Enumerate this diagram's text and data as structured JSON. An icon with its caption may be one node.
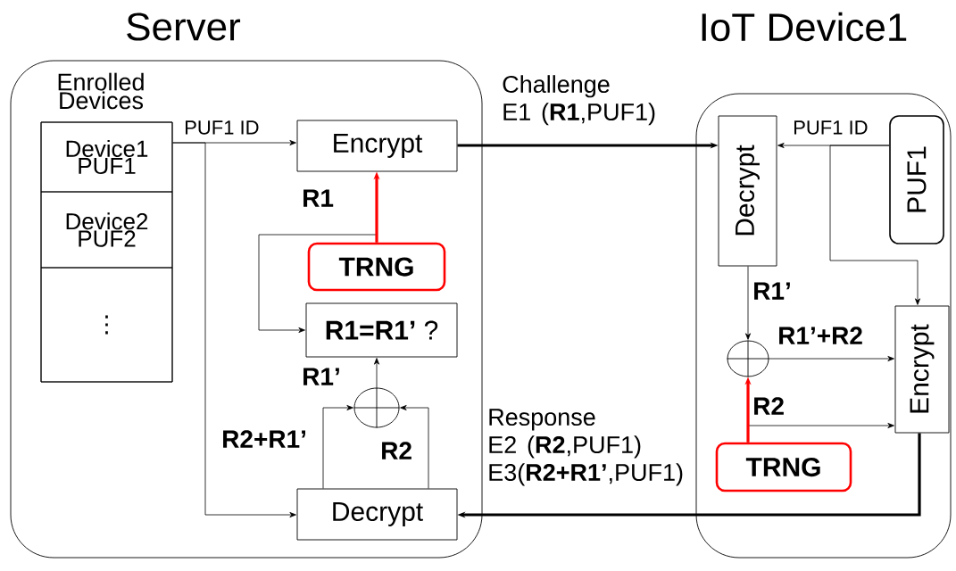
{
  "diagram": {
    "nodes": [
      {
        "text": [
          "Server"
        ]
      },
      {
        "text": [
          "Enrolled Devices"
        ],
        "in": 0
      },
      {
        "text": [
          "Device1 PUF1"
        ],
        "in": 1
      },
      {
        "text": [
          "Device2 PUF2"
        ],
        "in": 1
      },
      {
        "text": [
          "⋮"
        ],
        "in": 1
      },
      {
        "text": [
          "Encrypt"
        ],
        "in": 0
      },
      {
        "text": [
          "TRNG"
        ],
        "in": 0
      },
      {
        "text": [
          "**R1=R1’** ?"
        ],
        "in": 0
      },
      {
        "text": [],
        "shape": "circle",
        "in": 0
      },
      {
        "text": [
          "Decrypt"
        ],
        "in": 0
      },
      {
        "text": [
          "IoT Device1"
        ]
      },
      {
        "text": [
          "Decrypt"
        ],
        "in": 10
      },
      {
        "text": [
          "PUF1"
        ],
        "in": 10
      },
      {
        "text": [],
        "shape": "circle",
        "in": 10
      },
      {
        "text": [
          "Encrypt"
        ],
        "in": 10
      },
      {
        "text": [
          "TRNG"
        ],
        "in": 10
      }
    ],
    "edges": [
      {
        "from": 2,
        "to": 5,
        "arrow": "to",
        "label": "PUF1 ID"
      },
      {
        "from": 2,
        "to": 9,
        "arrow": "to"
      },
      {
        "from": 6,
        "to": 5,
        "arrow": "to",
        "label": "R1",
        "style": "thick",
        "color": "#ff0000"
      },
      {
        "from": 6,
        "to": 7,
        "arrow": "to"
      },
      {
        "from": 8,
        "to": 7,
        "arrow": "to",
        "label": "R1’"
      },
      {
        "from": 9,
        "to": 8,
        "arrow": "to",
        "label": "**R2+R1**’"
      },
      {
        "from": 9,
        "to": 8,
        "arrow": "to",
        "label": "R2"
      },
      {
        "from": 5,
        "to": 11,
        "arrow": "to",
        "label": "Challenge E1 (**R1**,PUF1)",
        "style": "thick"
      },
      {
        "from": 12,
        "to": 11,
        "arrow": "to",
        "label": "PUF1 ID"
      },
      {
        "from": 12,
        "to": 14,
        "arrow": "to"
      },
      {
        "from": 11,
        "to": 13,
        "arrow": "to",
        "label": "R1’"
      },
      {
        "from": 15,
        "to": 13,
        "arrow": "to",
        "label": "R2",
        "style": "thick",
        "color": "#ff0000"
      },
      {
        "from": 13,
        "to": 14,
        "arrow": "to",
        "label": "R1’+R2"
      },
      {
        "from": 15,
        "to": 14,
        "arrow": "to"
      },
      {
        "from": 14,
        "to": 9,
        "arrow": "to",
        "label": "Response E2 (**R2**,PUF1) E3(**R2+R1’**,PUF1)",
        "style": "thick"
      }
    ]
  }
}
